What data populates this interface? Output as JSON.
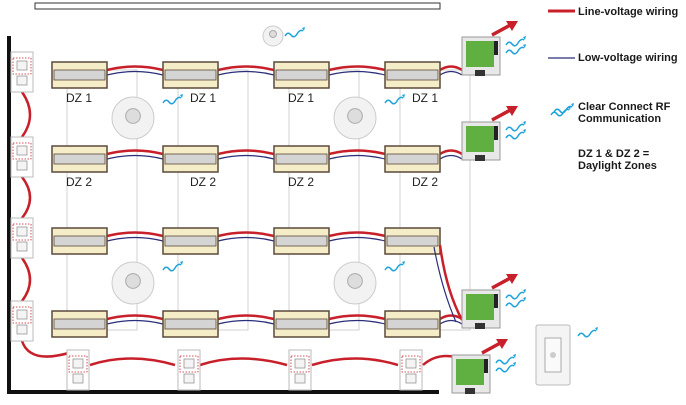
{
  "legend": {
    "line_voltage": "Line-voltage wiring",
    "low_voltage": "Low-voltage wiring",
    "rf": "Clear Connect RF Communication",
    "zones": "DZ 1 & DZ 2 = Daylight Zones"
  },
  "rows": [
    {
      "zone_label": "DZ 1",
      "show_labels": true
    },
    {
      "zone_label": "DZ 2",
      "show_labels": true
    },
    {
      "zone_label": "",
      "show_labels": false
    },
    {
      "zone_label": "",
      "show_labels": false
    }
  ],
  "colors": {
    "line_voltage": "#c8202a",
    "low_voltage": "#2b2f7a",
    "rf": "#1fa3dc",
    "module": "#5fb040",
    "fixture": "#f5ecc8"
  }
}
